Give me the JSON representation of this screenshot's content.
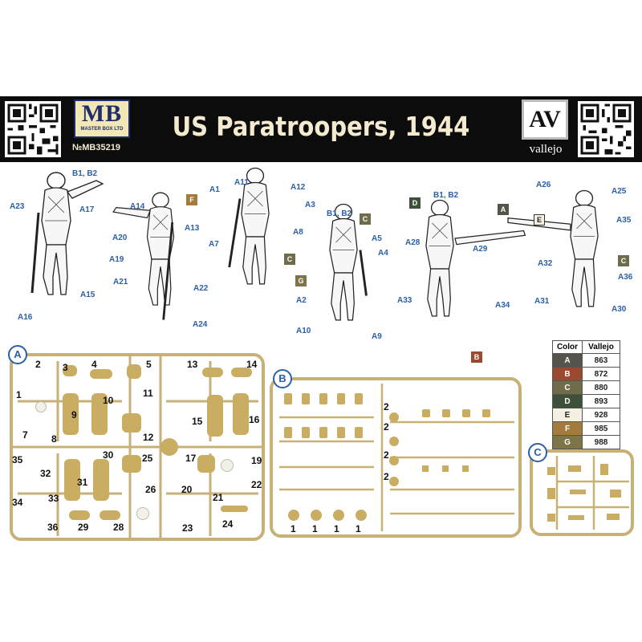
{
  "header": {
    "title": "US Paratroopers, 1944",
    "mb_logo": "MB",
    "mb_subtitle": "MASTER BOX LTD",
    "mb_number": "№MB35219",
    "av_logo": "AV",
    "vallejo": "vallejo"
  },
  "callouts": {
    "fig1": [
      "B1, B2",
      "A17",
      "A23",
      "A15",
      "A16"
    ],
    "fig2": [
      "A14",
      "A20",
      "A13",
      "A19",
      "A21",
      "A22",
      "A24"
    ],
    "fig3": [
      "A1",
      "A11",
      "A12",
      "A3",
      "A7",
      "A8"
    ],
    "fig4": [
      "B1, B2",
      "A5",
      "A4",
      "A2",
      "A10",
      "A9"
    ],
    "fig5": [
      "B1, B2",
      "A28",
      "A29",
      "A33",
      "A34"
    ],
    "fig6": [
      "A26",
      "A25",
      "A35",
      "A32",
      "A36",
      "A31",
      "A30"
    ]
  },
  "color_squares": {
    "fig3_f": "F",
    "fig3_c": "C",
    "fig4_c": "C",
    "fig4_g": "G",
    "fig5_d": "D",
    "fig5_b": "B",
    "fig6_a": "A",
    "fig6_e": "E",
    "fig6_c": "C"
  },
  "color_table": {
    "header_color": "Color",
    "header_vallejo": "Vallejo",
    "rows": [
      {
        "code": "A",
        "vallejo": "863",
        "color": "#55534a"
      },
      {
        "code": "B",
        "vallejo": "872",
        "color": "#9a4a2e"
      },
      {
        "code": "C",
        "vallejo": "880",
        "color": "#6f6c4c"
      },
      {
        "code": "D",
        "vallejo": "893",
        "color": "#3f5039"
      },
      {
        "code": "E",
        "vallejo": "928",
        "color": "#f4f1e4"
      },
      {
        "code": "F",
        "vallejo": "985",
        "color": "#a47b3c"
      },
      {
        "code": "G",
        "vallejo": "988",
        "color": "#7d7448"
      }
    ]
  },
  "sprues": {
    "a": {
      "letter": "A",
      "parts": [
        "2",
        "3",
        "4",
        "5",
        "13",
        "14",
        "1",
        "11",
        "10",
        "9",
        "7",
        "8",
        "12",
        "15",
        "16",
        "30",
        "25",
        "17",
        "35",
        "19",
        "32",
        "31",
        "22",
        "33",
        "26",
        "20",
        "21",
        "34",
        "36",
        "29",
        "28",
        "23",
        "24"
      ]
    },
    "b": {
      "letter": "B",
      "parts": [
        "2",
        "2",
        "2",
        "2",
        "1",
        "1",
        "1",
        "1"
      ]
    },
    "c": {
      "letter": "C"
    }
  },
  "colors": {
    "sprue": "#c9ad62",
    "sprue_frame": "#c7b177",
    "label_blue": "#2b5fa8",
    "header_bg": "#0c0c0c"
  },
  "icons": [
    "qr-code-icon",
    "figure-silhouette-icon"
  ]
}
